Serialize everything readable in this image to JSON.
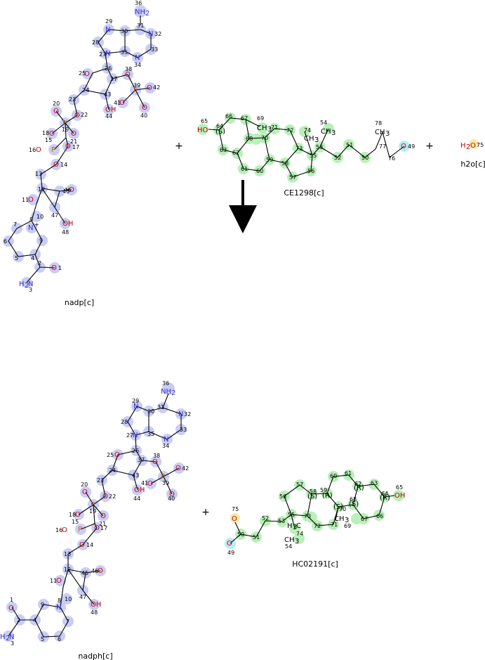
{
  "reactants": [
    {
      "id": "nadp",
      "label": "nadp[c]"
    },
    {
      "id": "ce1298",
      "label": "CE1298[c]"
    },
    {
      "id": "h2o",
      "label": "h2o[c]",
      "formula_H": "H",
      "formula_sub": "2",
      "formula_O": "O",
      "atom_num": "75"
    }
  ],
  "products": [
    {
      "id": "nadph",
      "label": "nadph[c]"
    },
    {
      "id": "hc02191",
      "label": "HC02191[c]"
    }
  ],
  "plus_sign": "+",
  "colors": {
    "nitrogen": "#3333cc",
    "oxygen": "#cc0000",
    "phosphorus": "#cc6600",
    "highlight_blue": "#c9cdf6",
    "highlight_green": "#b8f0b8",
    "highlight_cyan": "#b8ecf6",
    "highlight_yellow": "#f6eaa8"
  }
}
